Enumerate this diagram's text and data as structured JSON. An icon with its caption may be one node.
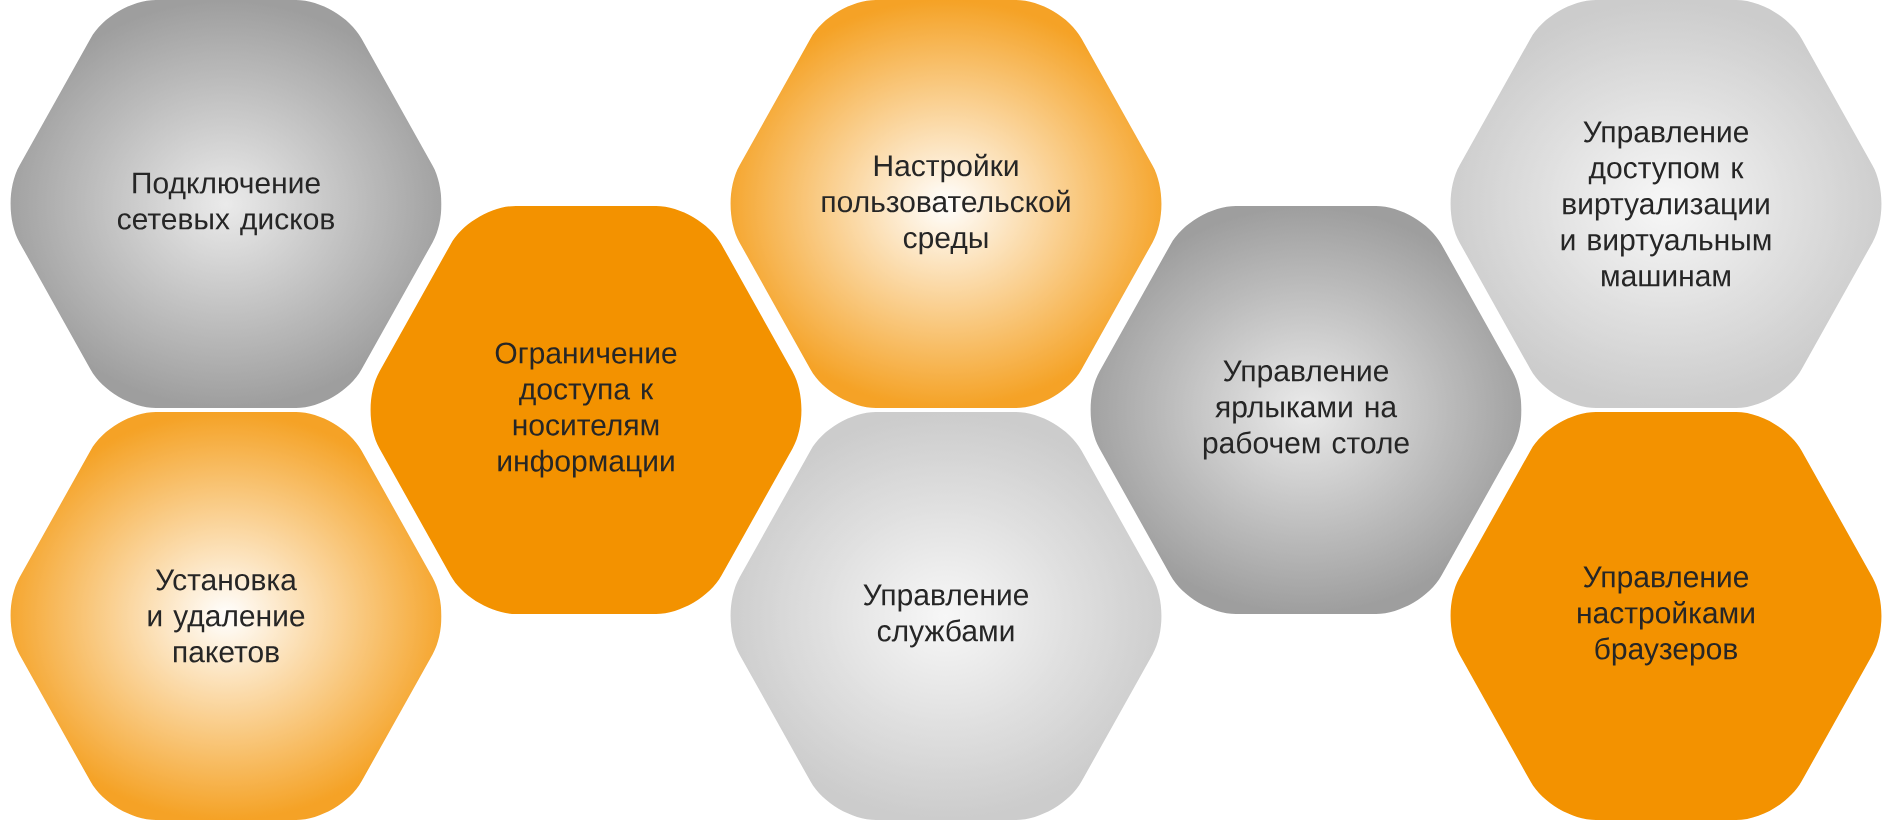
{
  "diagram": {
    "nodes": [
      {
        "text": [
          "Подключение сетевых дисков"
        ]
      },
      {
        "text": [
          "Установка и удаление пакетов"
        ]
      },
      {
        "text": [
          "Ограничение доступа к носителям информации"
        ]
      },
      {
        "text": [
          "Настройки пользовательской среды"
        ]
      },
      {
        "text": [
          "Управление службами"
        ]
      },
      {
        "text": [
          "Управление ярлыками на рабочем столе"
        ]
      },
      {
        "text": [
          "Управление доступом к виртуализации и виртуальным машинам"
        ]
      },
      {
        "text": [
          "Управление настройками браузеров"
        ]
      }
    ]
  }
}
